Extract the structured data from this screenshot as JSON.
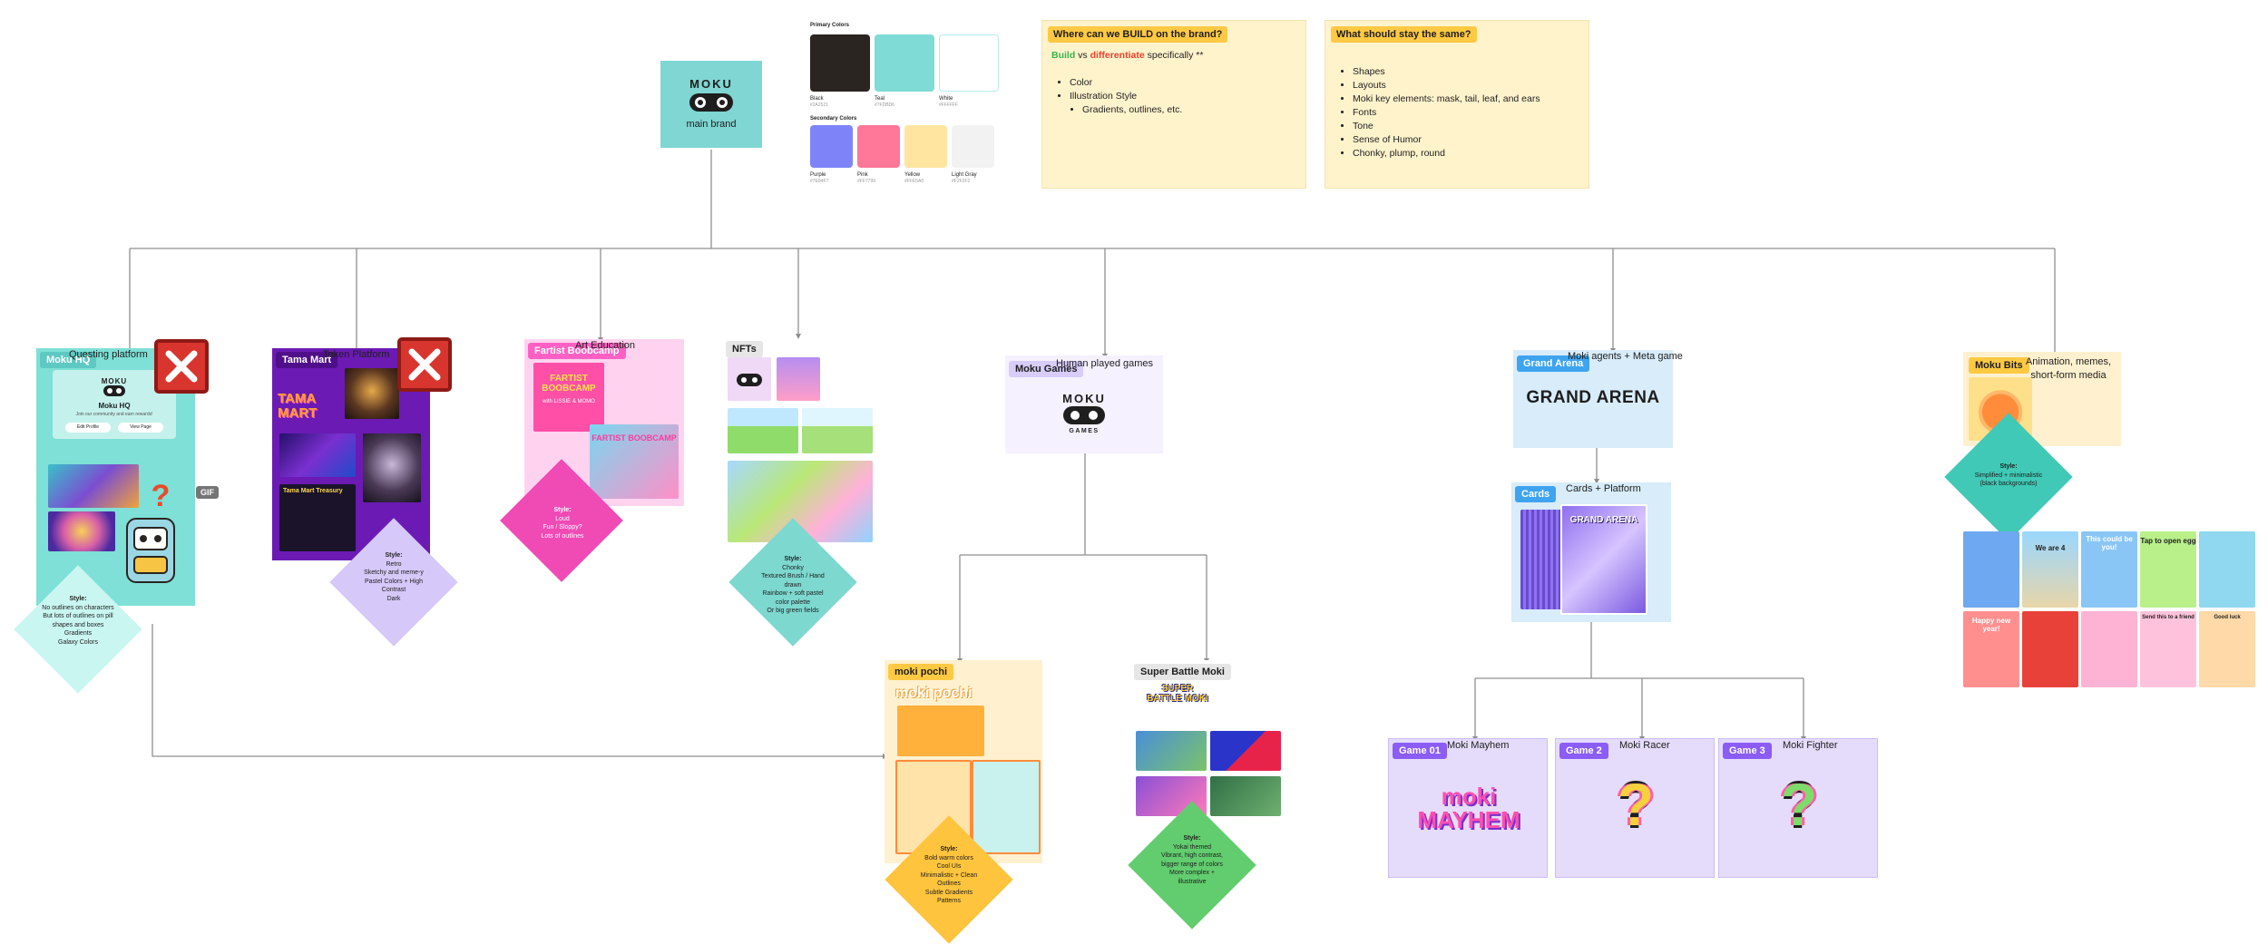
{
  "brand_card": {
    "logo_text": "MOKU",
    "label": "main brand"
  },
  "palette": {
    "primary_title": "Primary Colors",
    "secondary_title": "Secondary Colors",
    "primary": [
      {
        "name": "Black",
        "code": "#2A2521",
        "color": "#2a2521"
      },
      {
        "name": "Teal",
        "code": "#7FDBD6",
        "color": "#7fdbd6"
      },
      {
        "name": "White",
        "code": "#FFFFFF",
        "color": "#ffffff"
      }
    ],
    "secondary": [
      {
        "name": "Purple",
        "code": "#7E84F7",
        "color": "#7e84f7"
      },
      {
        "name": "Pink",
        "code": "#FF7799",
        "color": "#ff7799"
      },
      {
        "name": "Yellow",
        "code": "#FFE5A0",
        "color": "#ffe5a0"
      },
      {
        "name": "Light Gray",
        "code": "#F2F2F2",
        "color": "#f2f2f2"
      }
    ]
  },
  "sticky_build": {
    "header": "Where can we BUILD on the brand?",
    "build_word": "Build",
    "vs": "vs",
    "diff_word": "differentiate",
    "suffix": "specifically **",
    "items": [
      "Color",
      "Illustration Style"
    ],
    "subitems": [
      "Gradients, outlines, etc."
    ]
  },
  "sticky_same": {
    "header": "What should stay the same?",
    "items": [
      "Shapes",
      "Layouts",
      "Moki key elements: mask, tail, leaf, and ears",
      "Fonts",
      "Tone",
      "Sense of Humor",
      "Chonky, plump, round"
    ]
  },
  "moku_hq": {
    "tag": "Moku HQ",
    "title": "Questing platform",
    "card_logo": "MOKU",
    "card_title": "Moku HQ",
    "card_sub": "Join our community and earn rewards!",
    "btn1": "Edit Profile",
    "btn2": "View Page",
    "gif": "GIF",
    "style_title": "Style:",
    "style_items": [
      "No outlines on characters",
      "But lots of outlines on pill shapes and boxes",
      "Gradients",
      "Galaxy Colors"
    ]
  },
  "tama_mart": {
    "tag": "Tama Mart",
    "title": "Token Platform",
    "logo": "TAMA MART",
    "banner": "Tama Mart Treasury",
    "style_title": "Style:",
    "style_items": [
      "Retro",
      "Sketchy and meme-y",
      "Pastel Colors + High Contrast",
      "Dark"
    ]
  },
  "fartist": {
    "tag": "Fartist Boobcamp",
    "title": "Art Education",
    "poster1": "FARTIST BOOBCAMP",
    "poster1_sub": "with LISSIE & MOMO",
    "poster2": "FARTIST BOOBCAMP",
    "style_title": "Style:",
    "style_items": [
      "Loud",
      "Fun / Sloppy?",
      "Lots of outlines"
    ]
  },
  "nfts": {
    "tag": "NFTs",
    "style_title": "Style:",
    "style_items": [
      "Chonky",
      "Textured Brush / Hand drawn",
      "Rainbow + soft pastel color palette",
      "Or big green fields"
    ]
  },
  "moku_games": {
    "tag": "Moku Games",
    "title": "Human played games",
    "logo_top": "MOKU",
    "logo_bottom": "GAMES"
  },
  "moki_pochi": {
    "tag": "moki pochi",
    "logo": "moki pochi",
    "style_title": "Style:",
    "style_items": [
      "Bold warm colors",
      "Cool UIs",
      "Minimalistic + Clean",
      "Outlines",
      "Subtle Gradients",
      "Patterns"
    ]
  },
  "super_battle": {
    "tag": "Super Battle Moki",
    "logo": "SUPER BATTLE MOKI",
    "style_title": "Style:",
    "style_items": [
      "Yokai themed",
      "Vibrant, high contrast, bigger range of colors",
      "More complex + illustrative"
    ]
  },
  "grand_arena": {
    "tag": "Grand Arena",
    "title": "Moki agents + Meta game",
    "logo": "GRAND ARENA"
  },
  "cards": {
    "tag": "Cards",
    "title": "Cards + Platform",
    "card_text": "GRAND ARENA"
  },
  "games": [
    {
      "tag": "Game 01",
      "title": "Moki Mayhem",
      "logo": "moki MAYHEM"
    },
    {
      "tag": "Game 2",
      "title": "Moki Racer",
      "logo": "?"
    },
    {
      "tag": "Game 3",
      "title": "Moki Fighter",
      "logo": "?"
    }
  ],
  "moku_bits": {
    "tag": "Moku Bits",
    "title": "Animation, memes, short-form media",
    "style_title": "Style:",
    "style_items": [
      "Simplified + minimalistic (black backgrounds)"
    ],
    "tile_texts": [
      "We are 4",
      "This could be you!",
      "Tap to open egg",
      "Happy new year!",
      "Send this to a friend",
      "Good luck"
    ]
  }
}
